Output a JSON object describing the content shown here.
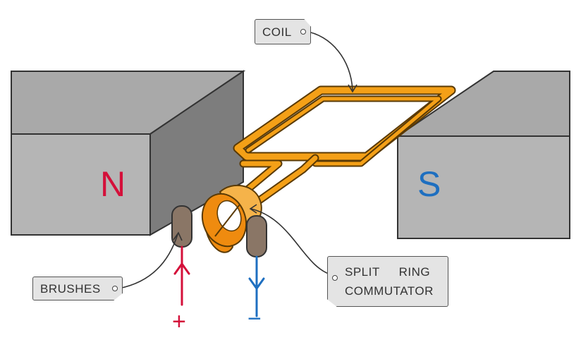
{
  "labels": {
    "coil": "COIL",
    "brushes": "BRUSHES",
    "commutator_line1": "SPLIT RING",
    "commutator_line2": "COMMUTATOR"
  },
  "poles": {
    "north": "N",
    "south": "S"
  },
  "terminals": {
    "positive": "+",
    "negative": "−"
  },
  "colors": {
    "magnet_front": "#b3b3b3",
    "magnet_top": "#a7a7a7",
    "magnet_side": "#7c7c7c",
    "coil": "#f4a017",
    "commutator": "#ef8b0f",
    "brush": "#8a7666",
    "positive_wire": "#d4103a",
    "negative_wire": "#1e6fc0",
    "north_letter": "#d4103a",
    "south_letter": "#1e6fc0"
  }
}
